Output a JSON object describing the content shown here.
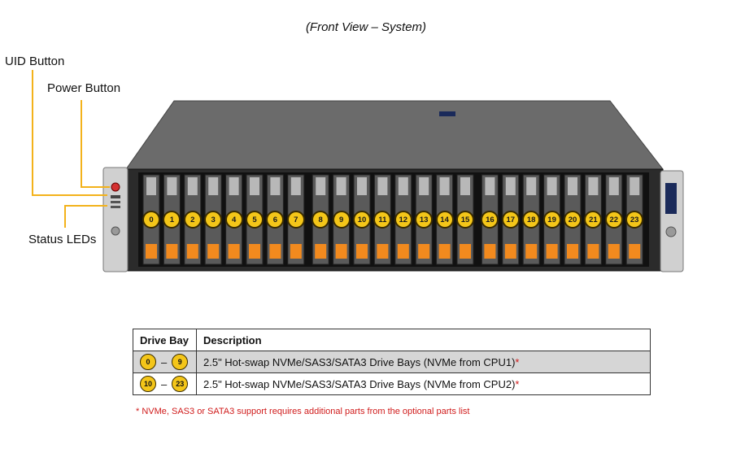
{
  "title": "(Front View – System)",
  "callouts": {
    "uid": "UID Button",
    "power": "Power Button",
    "status": "Status LEDs"
  },
  "bays": [
    "0",
    "1",
    "2",
    "3",
    "4",
    "5",
    "6",
    "7",
    "8",
    "9",
    "10",
    "11",
    "12",
    "13",
    "14",
    "15",
    "16",
    "17",
    "18",
    "19",
    "20",
    "21",
    "22",
    "23"
  ],
  "table": {
    "headers": [
      "Drive Bay",
      "Description"
    ],
    "rows": [
      {
        "from": "0",
        "dash": "–",
        "to": "9",
        "desc": "2.5\" Hot-swap NVMe/SAS3/SATA3 Drive Bays (NVMe from CPU1)",
        "mark": "*"
      },
      {
        "from": "10",
        "dash": "–",
        "to": "23",
        "desc": "2.5\" Hot-swap NVMe/SAS3/SATA3 Drive Bays (NVMe from CPU2)",
        "mark": "*"
      }
    ]
  },
  "footnote": "* NVMe, SAS3 or SATA3 support requires additional parts from the optional parts list",
  "colors": {
    "callout_line": "#f3b21b",
    "badge": "#f4c619",
    "latch": "#f28a1e",
    "footnote": "#d01b1b"
  }
}
